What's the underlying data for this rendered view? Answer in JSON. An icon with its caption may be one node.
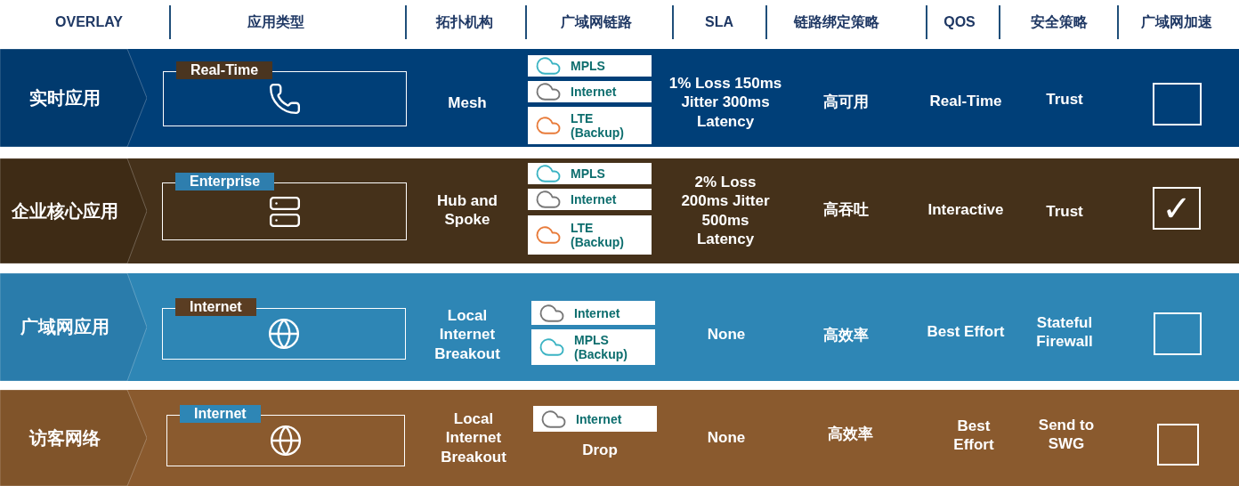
{
  "diagram": {
    "nodes": [
      {
        "text": [
          "实时应用"
        ]
      },
      {
        "text": [
          "Real-Time"
        ]
      },
      {
        "text": [
          "MPLS"
        ]
      },
      {
        "text": [
          "Internet"
        ]
      },
      {
        "text": [
          "LTE (Backup)"
        ]
      },
      {
        "text": [],
        "shape": "box"
      },
      {
        "text": [
          "企业核心应用"
        ]
      },
      {
        "text": [
          "Enterprise"
        ]
      },
      {
        "text": [
          "MPLS"
        ]
      },
      {
        "text": [
          "Internet"
        ]
      },
      {
        "text": [
          "LTE (Backup)"
        ]
      },
      {
        "text": [
          "✓"
        ]
      },
      {
        "text": [
          "广域网应用"
        ]
      },
      {
        "text": [
          "Internet"
        ]
      },
      {
        "text": [
          "Internet"
        ]
      },
      {
        "text": [
          "MPLS (Backup)"
        ]
      },
      {
        "text": [],
        "shape": "box"
      },
      {
        "text": [
          "访客网络"
        ]
      },
      {
        "text": [
          "Internet"
        ]
      },
      {
        "text": [
          "Internet"
        ]
      },
      {
        "text": [],
        "shape": "box"
      }
    ],
    "labels": [
      "OVERLAY",
      "应用类型",
      "拓扑机构",
      "广域网链路",
      "SLA",
      "链路绑定策略",
      "QOS",
      "安全策略",
      "广域网加速",
      "Mesh",
      "1% Loss 150ms Jitter 300ms Latency",
      "高可用",
      "Real-Time",
      "Trust",
      "Hub and Spoke",
      "2% Loss 200ms Jitter 500ms Latency",
      "高吞吐",
      "Interactive",
      "Trust",
      "Local Internet Breakout",
      "None",
      "高效率",
      "Best Effort",
      "Stateful Firewall",
      "Local Internet Breakout",
      "Drop",
      "None",
      "高效率",
      "Best Effort",
      "Send to SWG"
    ]
  }
}
